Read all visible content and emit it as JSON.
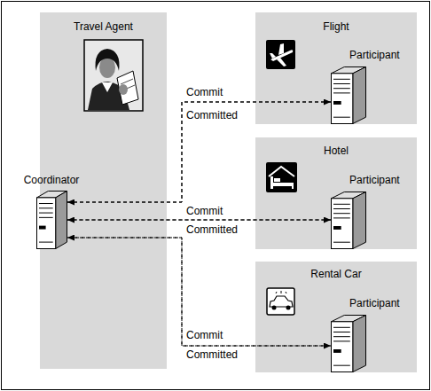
{
  "diagram": {
    "nodes": [
      {
        "text": [
          "Travel Agent"
        ]
      },
      {
        "text": [
          "Coordinator"
        ],
        "in": 0
      },
      {
        "text": [
          "Flight"
        ]
      },
      {
        "text": [
          "Participant"
        ],
        "in": 2
      },
      {
        "text": [
          "Hotel"
        ]
      },
      {
        "text": [
          "Participant"
        ],
        "in": 4
      },
      {
        "text": [
          "Rental Car"
        ]
      },
      {
        "text": [
          "Participant"
        ],
        "in": 6
      }
    ],
    "edges": [
      {
        "from": 1,
        "to": 3,
        "label": "Commit",
        "arrow": "to"
      },
      {
        "from": 3,
        "to": 1,
        "label": "Committed",
        "arrow": "to"
      },
      {
        "from": 1,
        "to": 5,
        "label": "Commit",
        "arrow": "to"
      },
      {
        "from": 5,
        "to": 1,
        "label": "Committed",
        "arrow": "to"
      },
      {
        "from": 1,
        "to": 7,
        "label": "Commit",
        "arrow": "to"
      },
      {
        "from": 7,
        "to": 1,
        "label": "Committed",
        "arrow": "to"
      }
    ]
  }
}
